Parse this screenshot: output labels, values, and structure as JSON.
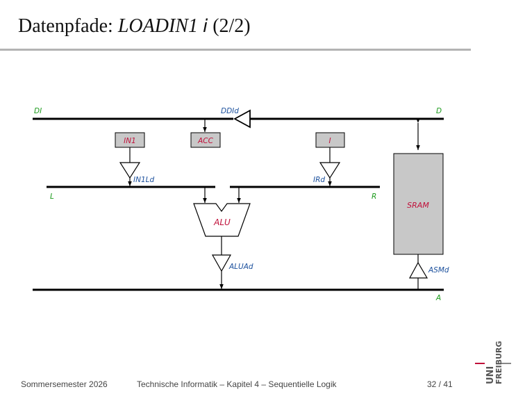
{
  "slide": {
    "title_main": "Datenpfade: ",
    "title_italic": "LOADIN1",
    "title_sans_italic": "i",
    "title_suffix": " (2/2)"
  },
  "diagram": {
    "bus_labels": {
      "DI": "DI",
      "D": "D",
      "L": "L",
      "R": "R",
      "A": "A"
    },
    "registers": {
      "IN1": "IN1",
      "ACC": "ACC",
      "I": "I"
    },
    "units": {
      "ALU": "ALU",
      "SRAM": "SRAM"
    },
    "driver_labels": {
      "DDId": "DDId",
      "IN1Ld": "IN1Ld",
      "IRd": "IRd",
      "ALUAd": "ALUAd",
      "ASMd": "ASMd"
    }
  },
  "colors": {
    "bus_label": "#1a9a1a",
    "control_label": "#1a4f9c",
    "unit_label": "#c0103a",
    "unit_fill": "#c8c8c8"
  },
  "footer": {
    "semester": "Sommersemester 2026",
    "course": "Technische Informatik –  Kapitel 4 – Sequentielle Logik",
    "page": "32 / 41"
  },
  "logo": {
    "line1": "UNI",
    "line2": "FREIBURG"
  }
}
